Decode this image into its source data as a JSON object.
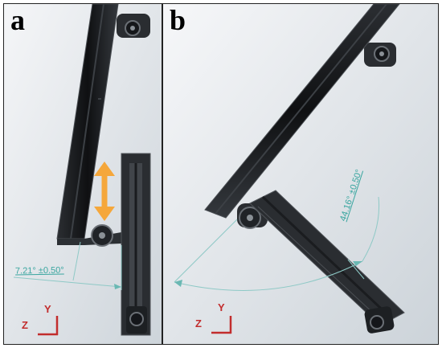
{
  "panels": [
    {
      "letter": "a",
      "angle_label": "7.21° ±0.50°",
      "axis": {
        "z": "Z",
        "y": "Y"
      },
      "arrow_color": "#f5a73b"
    },
    {
      "letter": "b",
      "angle_label": "44.16° ±0.50°",
      "axis": {
        "z": "Z",
        "y": "Y"
      }
    }
  ],
  "colors": {
    "background_light": "#f2f4f6",
    "background_dark": "#cfd6dc",
    "beam": "#1d1f22",
    "beam_edge": "#55595e",
    "dimension_line": "#8ec9c6",
    "axis": "#c22d2d"
  }
}
